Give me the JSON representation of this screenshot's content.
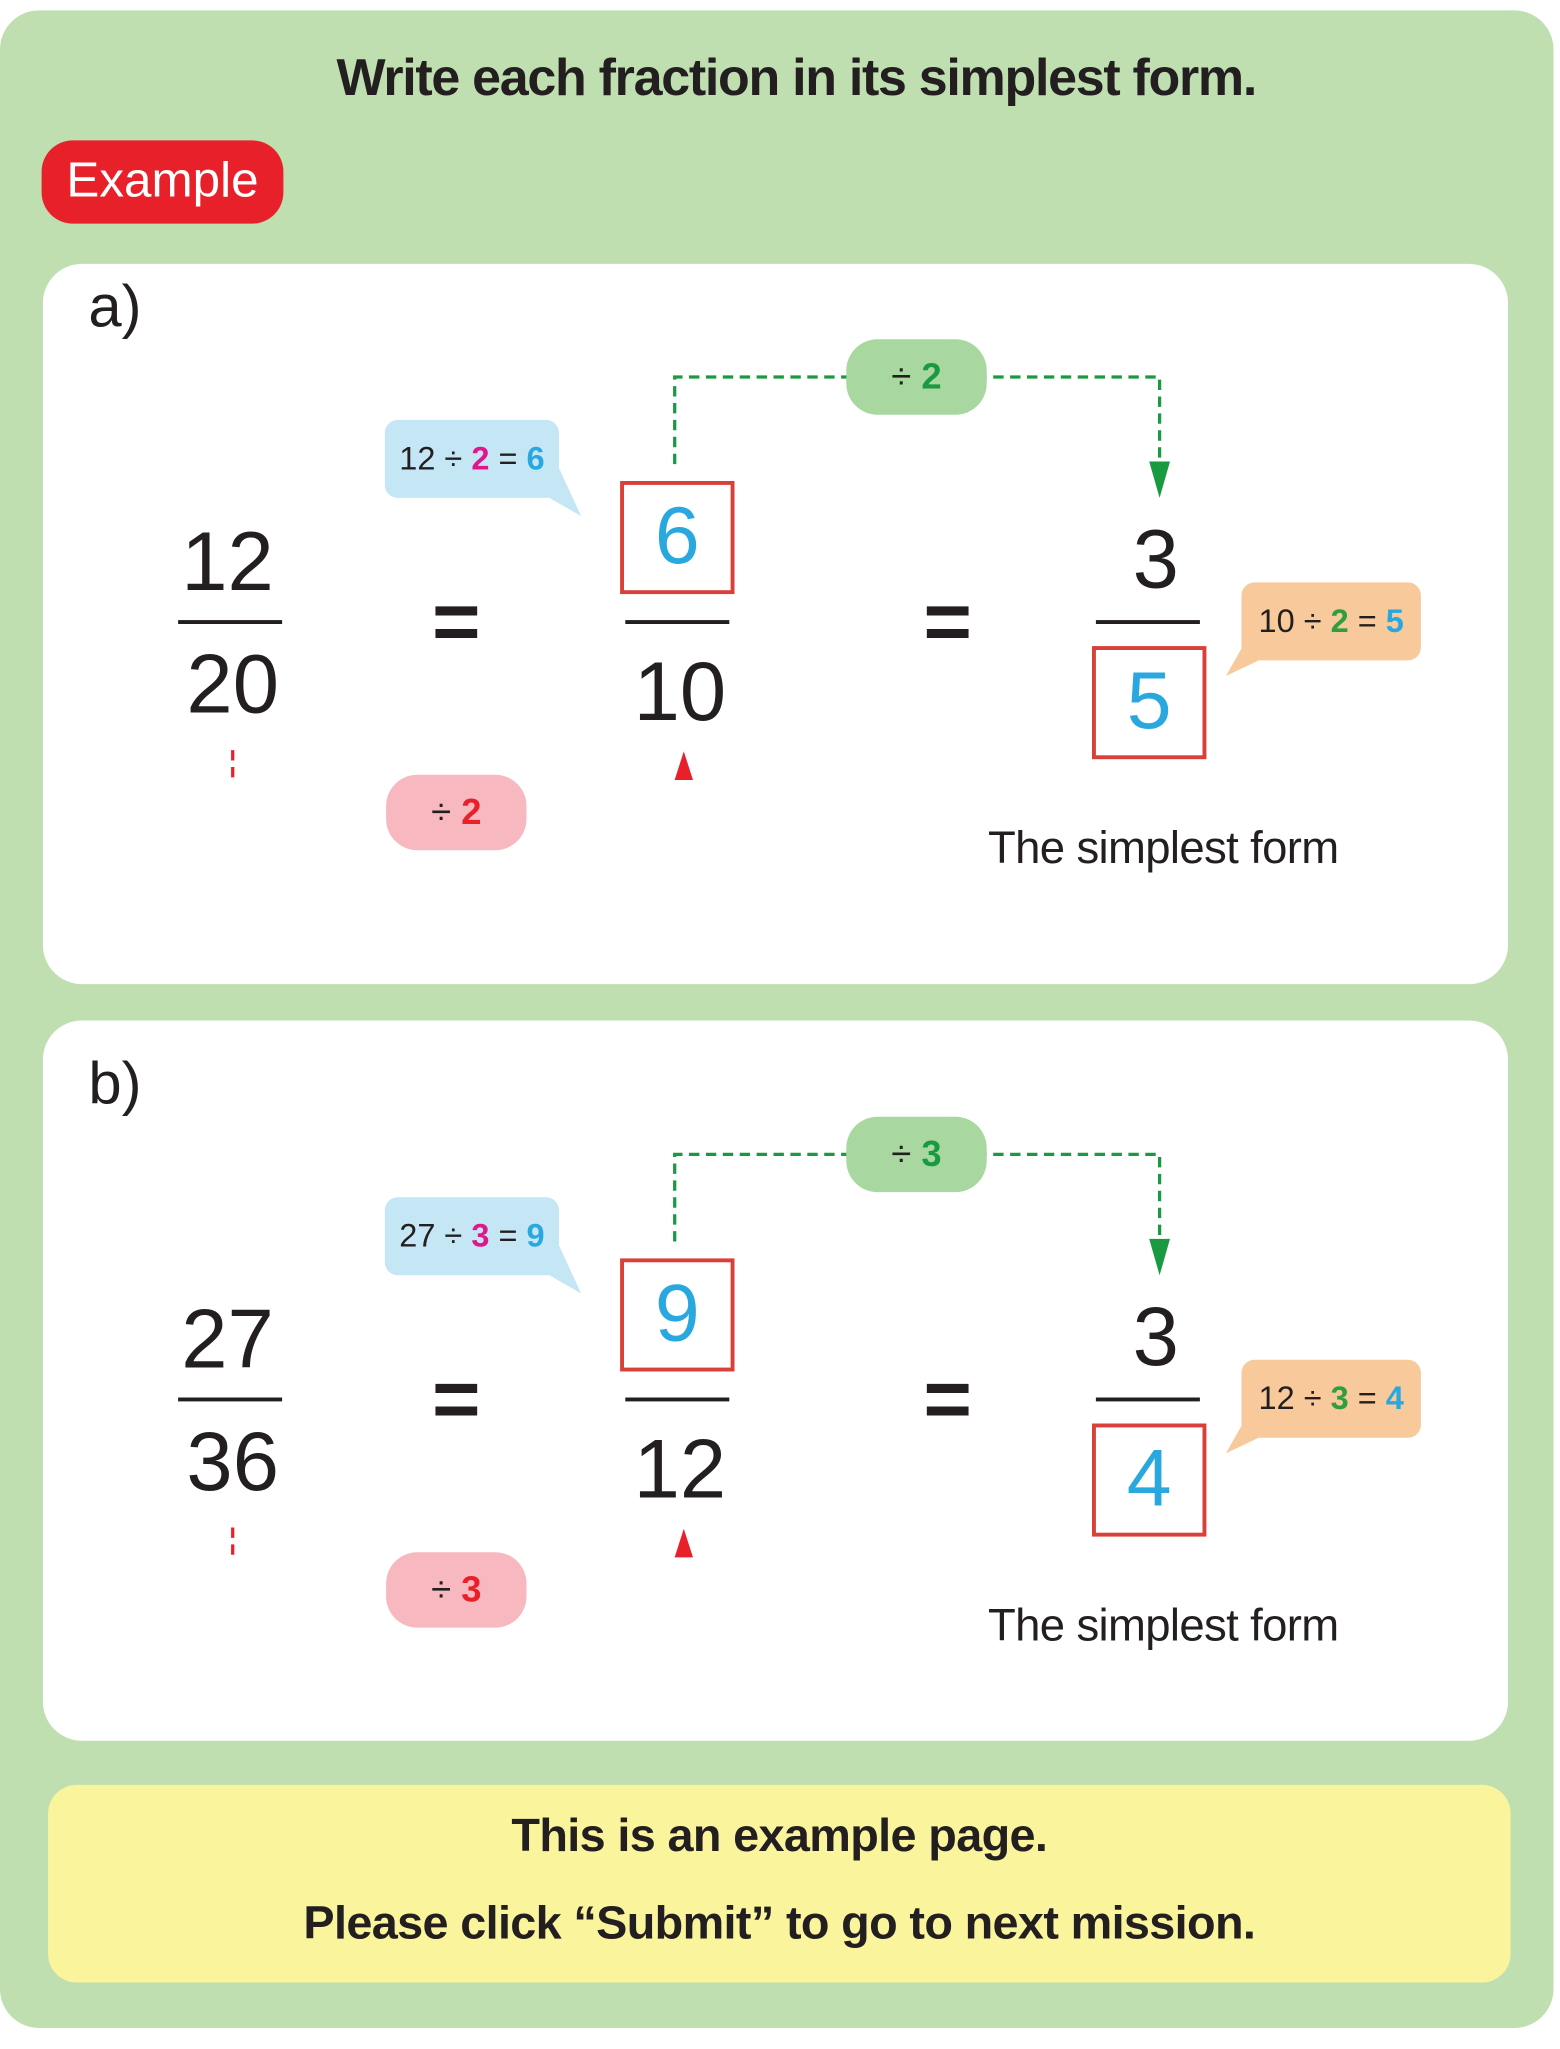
{
  "title": "Write each fraction in its simplest form.",
  "badge": "Example",
  "colors": {
    "background": "#bfdfb0",
    "badge": "#e8202a",
    "box_border": "#d9403a",
    "answer_blue": "#29a8e0",
    "note": "#faf59c"
  },
  "examples": [
    {
      "label": "a)",
      "numerator": "12",
      "denominator": "20",
      "equals": "=",
      "mid_numerator": "6",
      "mid_denominator": "10",
      "final_numerator": "3",
      "final_denominator": "5",
      "blue_bubble": {
        "a": "12",
        "op": "÷",
        "b": "2",
        "eq": "=",
        "c": "6"
      },
      "orange_bubble": {
        "a": "10",
        "op": "÷",
        "b": "2",
        "eq": "=",
        "c": "5"
      },
      "green_pill": {
        "op": "÷",
        "n": "2"
      },
      "pink_pill": {
        "op": "÷",
        "n": "2"
      },
      "caption": "The simplest form"
    },
    {
      "label": "b)",
      "numerator": "27",
      "denominator": "36",
      "equals": "=",
      "mid_numerator": "9",
      "mid_denominator": "12",
      "final_numerator": "3",
      "final_denominator": "4",
      "blue_bubble": {
        "a": "27",
        "op": "÷",
        "b": "3",
        "eq": "=",
        "c": "9"
      },
      "orange_bubble": {
        "a": "12",
        "op": "÷",
        "b": "3",
        "eq": "=",
        "c": "4"
      },
      "green_pill": {
        "op": "÷",
        "n": "3"
      },
      "pink_pill": {
        "op": "÷",
        "n": "3"
      },
      "caption": "The simplest form"
    }
  ],
  "note": {
    "line1": "This is an example page.",
    "line2": "Please click “Submit” to go to next mission."
  }
}
